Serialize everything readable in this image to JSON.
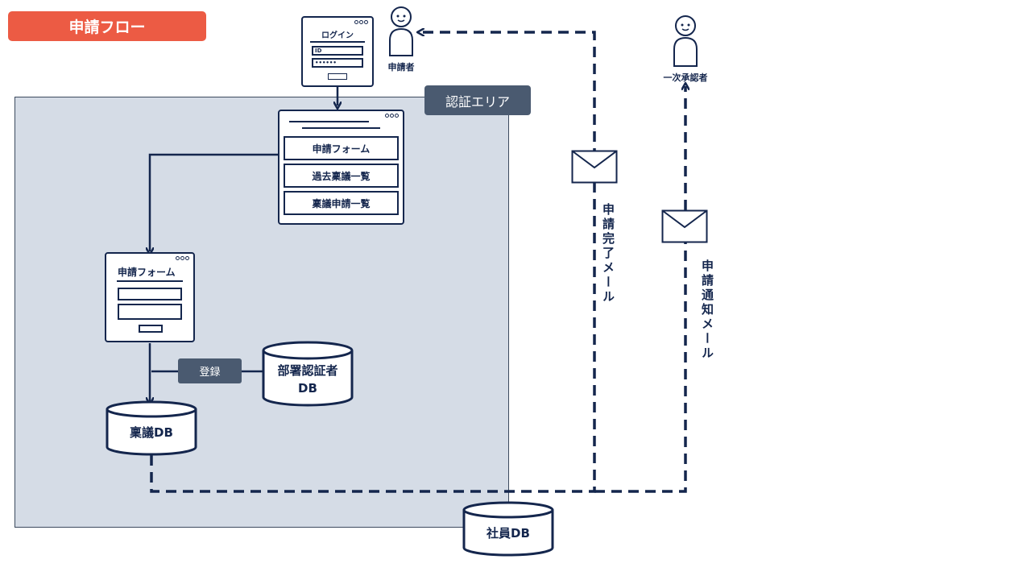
{
  "title": "申請フロー",
  "auth_area": {
    "label": "認証エリア"
  },
  "login_window": {
    "title": "ログイン",
    "id_placeholder": "ID",
    "password_mask": "••••••"
  },
  "menu_window": {
    "items": [
      "申請フォーム",
      "過去稟議一覧",
      "稟議申請一覧"
    ]
  },
  "form_window": {
    "title": "申請フォーム"
  },
  "register_label": "登録",
  "databases": {
    "ringi": "稟議DB",
    "dept_auth_line1": "部署認証者",
    "dept_auth_line2": "DB",
    "employee": "社員DB"
  },
  "people": {
    "applicant": "申請者",
    "approver": "一次承認者"
  },
  "mails": {
    "completion": "申請完了メール",
    "notification": "申請通知メール"
  },
  "colors": {
    "navy": "#14264d",
    "badge": "#ec5b44",
    "area_bg": "#d5dce6",
    "label_bg": "#4a5a70"
  },
  "icons": [
    "person-icon",
    "envelope-icon",
    "database-icon",
    "window-dots-icon"
  ]
}
